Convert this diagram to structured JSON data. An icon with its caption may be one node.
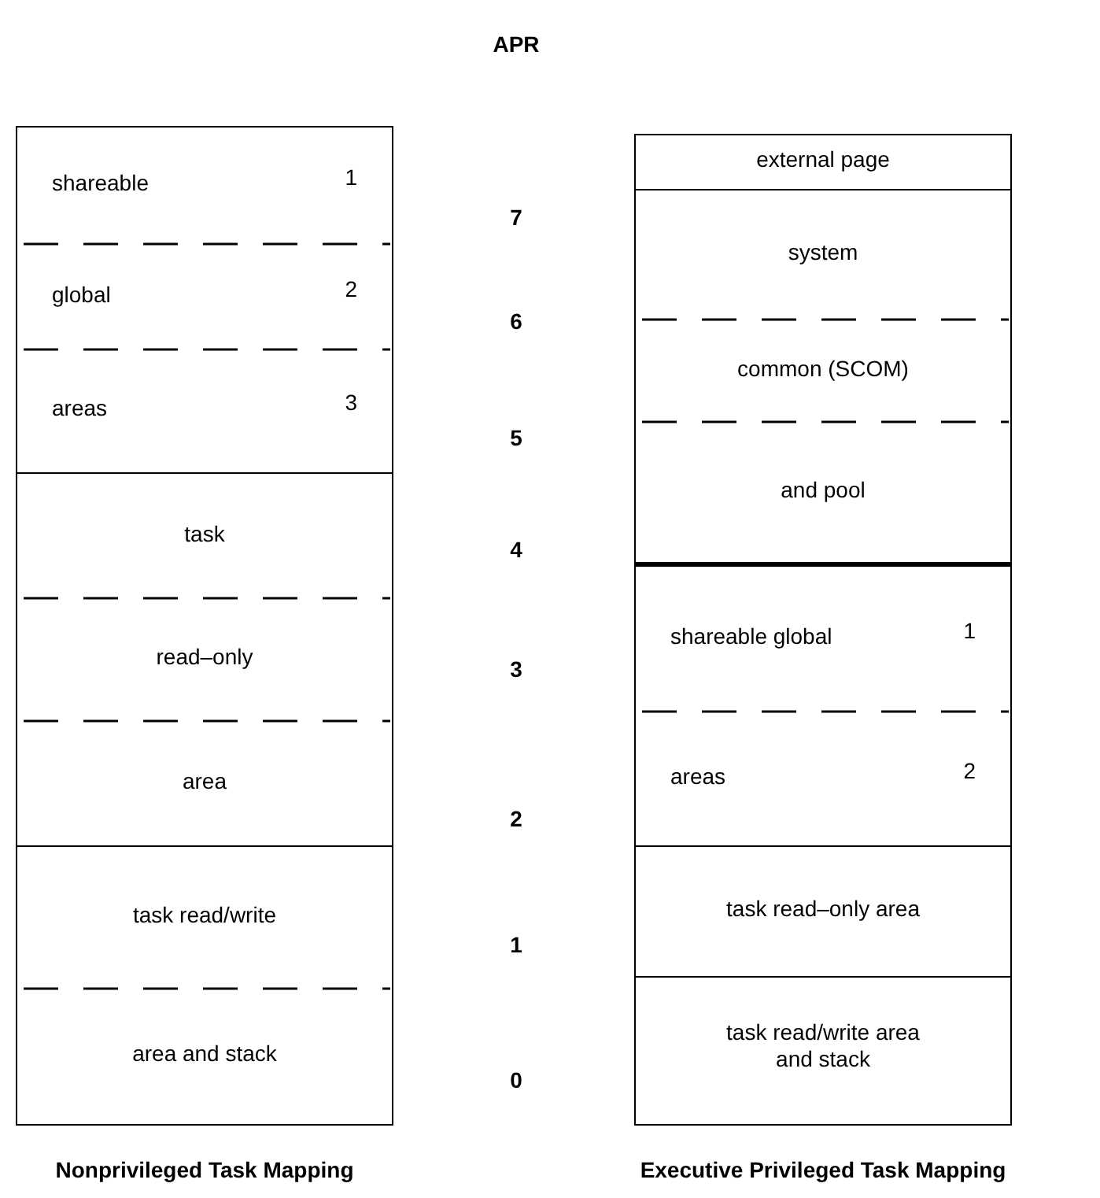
{
  "diagram": {
    "nodes": [
      {
        "text": [
          "shareable",
          "1"
        ]
      },
      {
        "text": [
          "global",
          "2"
        ]
      },
      {
        "text": [
          "areas",
          "3"
        ]
      },
      {
        "text": [
          "task"
        ]
      },
      {
        "text": [
          "read–only"
        ]
      },
      {
        "text": [
          "area"
        ]
      },
      {
        "text": [
          "task read/write"
        ]
      },
      {
        "text": [
          "area and stack"
        ]
      },
      {
        "text": [
          "external page"
        ]
      },
      {
        "text": [
          "system"
        ]
      },
      {
        "text": [
          "common (SCOM)"
        ]
      },
      {
        "text": [
          "and pool"
        ]
      },
      {
        "text": [
          "shareable global",
          "1"
        ]
      },
      {
        "text": [
          "areas",
          "2"
        ]
      },
      {
        "text": [
          "task read–only area"
        ]
      },
      {
        "text": [
          "task read/write area and stack"
        ]
      }
    ],
    "edges": [],
    "labels": [
      "APR",
      "7",
      "6",
      "5",
      "4",
      "3",
      "2",
      "1",
      "0",
      "Nonprivileged Task Mapping",
      "Executive Privileged Task Mapping"
    ]
  }
}
